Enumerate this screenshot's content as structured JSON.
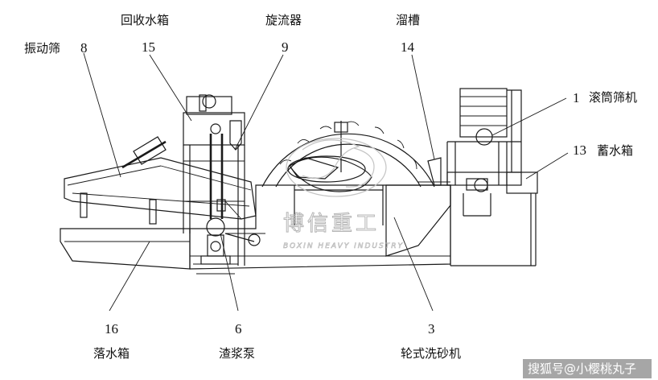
{
  "labels": {
    "vibrating_screen": {
      "name": "振动筛",
      "num": "8"
    },
    "recovery_tank": {
      "name": "回收水箱",
      "num": "15"
    },
    "hydrocyclone": {
      "name": "旋流器",
      "num": "9"
    },
    "chute": {
      "name": "溜槽",
      "num": "14"
    },
    "drum_screen": {
      "name": "滚筒筛机",
      "num": "1"
    },
    "reservoir_tank": {
      "name": "蓄水箱",
      "num": "13"
    },
    "drainage_tank": {
      "name": "落水箱",
      "num": "16"
    },
    "slurry_pump": {
      "name": "渣浆泵",
      "num": "6"
    },
    "wheel_washer": {
      "name": "轮式洗砂机",
      "num": "3"
    }
  },
  "watermark": {
    "brand": "博信重工",
    "sub": "BOXIN HEAVY INDUSTRY"
  },
  "credit": "搜狐号@小樱桃丸子"
}
